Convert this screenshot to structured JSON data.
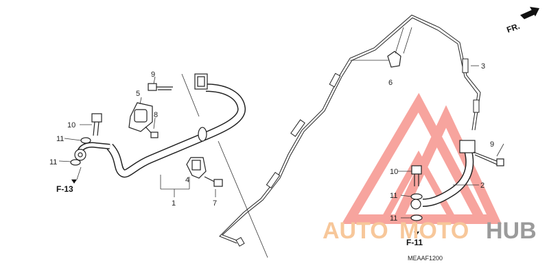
{
  "diagram": {
    "part_labels": {
      "p1": "1",
      "p2": "2",
      "p3": "3",
      "p4": "4",
      "p5": "5",
      "p6": "6",
      "p7": "7",
      "p8": "8",
      "p9a": "9",
      "p9b": "9",
      "p10a": "10",
      "p10b": "10",
      "p11a": "11",
      "p11b": "11",
      "p11c": "11",
      "p11d": "11"
    },
    "refs": {
      "f13": "F-13",
      "f11": "F-11"
    },
    "direction": "FR.",
    "diagram_code": "MEAAF1200"
  },
  "watermark": {
    "text_part1": "AUTO",
    "text_part2": "MOTO",
    "text_part3": "HUB",
    "colors": {
      "logo_red": "#f15a50",
      "text_orange": "#f7c79a",
      "text_gray": "#9b9b9b"
    }
  }
}
